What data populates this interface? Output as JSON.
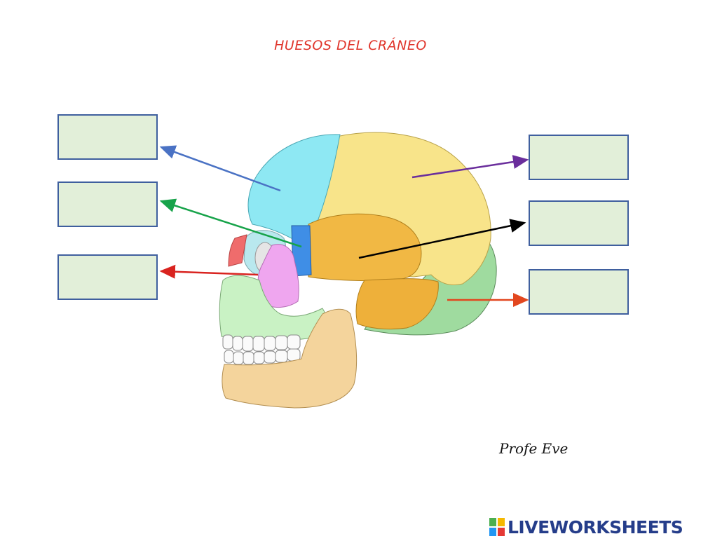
{
  "title": "HUESOS DEL CRÁNEO",
  "author": "Profe Eve",
  "answer_boxes": [
    {
      "id": "left-1",
      "value": ""
    },
    {
      "id": "left-2",
      "value": ""
    },
    {
      "id": "left-3",
      "value": ""
    },
    {
      "id": "right-1",
      "value": ""
    },
    {
      "id": "right-2",
      "value": ""
    },
    {
      "id": "right-3",
      "value": ""
    }
  ],
  "colors": {
    "frontal": "#8ee8f3",
    "parietal": "#f8e48a",
    "temporal": "#f1b844",
    "occipital": "#9fdb9f",
    "sphenoid": "#3f8ee6",
    "zygomatic": "#efa6ef",
    "nasal": "#ef6c6c",
    "maxilla": "#c9f2c4",
    "mandible": "#f4d49c",
    "arrow_blue": "#4a72c4",
    "arrow_green": "#17a34a",
    "arrow_red": "#d9231f",
    "arrow_purple": "#6a2e9c",
    "arrow_black": "#000000",
    "arrow_orange": "#e2471f",
    "box_fill": "#e2efd9",
    "box_border": "#3f5f9e"
  },
  "brand": {
    "name": "LIVEWORKSHEETS",
    "color": "#253d8a"
  }
}
